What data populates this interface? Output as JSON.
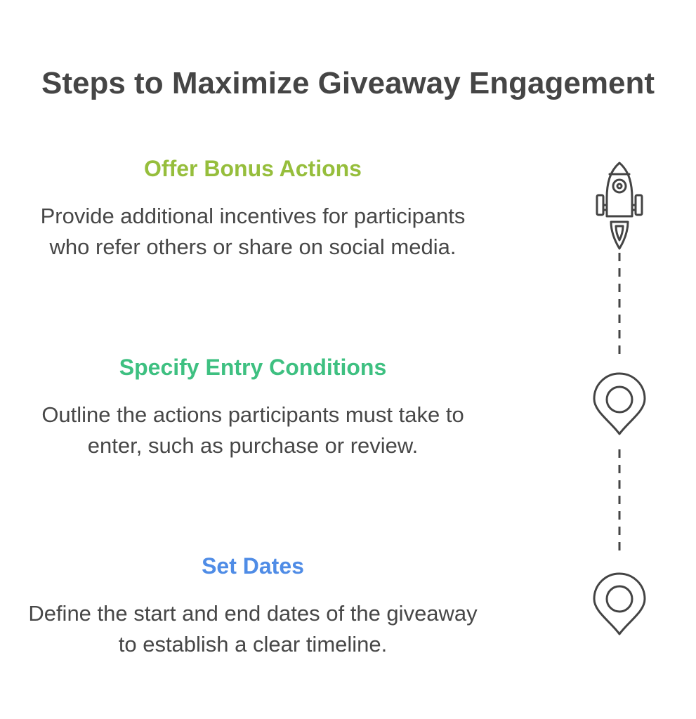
{
  "title": "Steps to Maximize Giveaway Engagement",
  "steps": [
    {
      "title": "Offer Bonus Actions",
      "description": "Provide additional incentives for participants who refer others or share on social media.",
      "icon": "rocket-icon",
      "color": "#96be3c"
    },
    {
      "title": "Specify Entry Conditions",
      "description": "Outline the actions participants must take to enter, such as purchase or review.",
      "icon": "map-pin-icon",
      "color": "#3ec081"
    },
    {
      "title": "Set Dates",
      "description": "Define the start and end dates of the giveaway to establish a clear timeline.",
      "icon": "map-pin-icon",
      "color": "#4f8ce6"
    }
  ]
}
